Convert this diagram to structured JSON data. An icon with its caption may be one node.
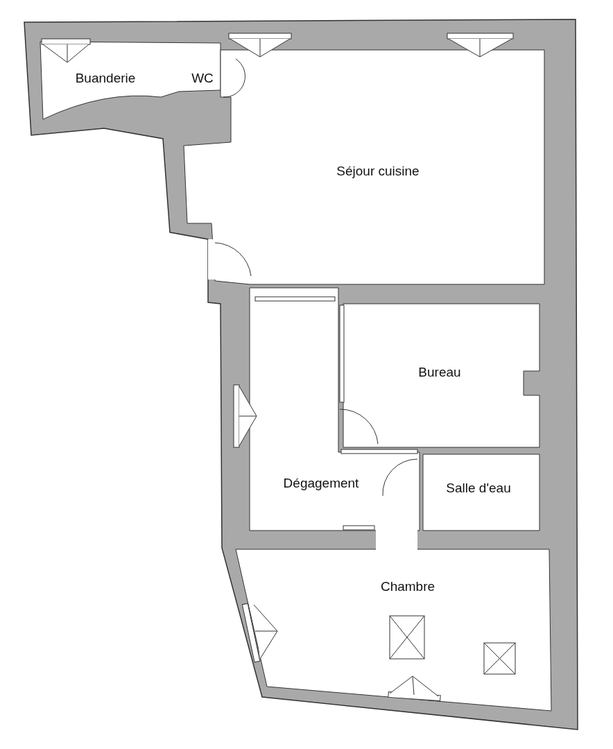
{
  "diagram": {
    "labels": [
      "Buanderie",
      "WC",
      "Séjour cuisine",
      "Bureau",
      "Dégagement",
      "Salle d'eau",
      "Chambre"
    ]
  }
}
